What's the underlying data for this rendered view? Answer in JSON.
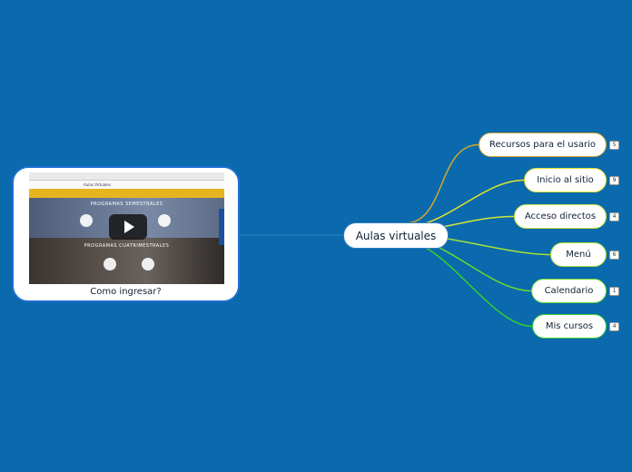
{
  "center": {
    "label": "Aulas virtuales"
  },
  "topics": [
    {
      "label": "Recursos para el usario",
      "count": "5",
      "color": "#d2a52e"
    },
    {
      "label": "Inicio al sitio",
      "count": "9",
      "color": "#e6e22a"
    },
    {
      "label": "Acceso directos",
      "count": "4",
      "color": "#cfe63a"
    },
    {
      "label": "Menú",
      "count": "6",
      "color": "#a9df36"
    },
    {
      "label": "Calendario",
      "count": "1",
      "color": "#6dd92f"
    },
    {
      "label": "Mis cursos",
      "count": "4",
      "color": "#36cf2e"
    }
  ],
  "video_card": {
    "caption": "Como ingresar?",
    "screenshot": {
      "site_header": "Aulas Virtuales",
      "panel_top_title": "PROGRAMAS SEMESTRALES",
      "panel_bottom_title": "PROGRAMAS CUATRIMESTRALES"
    },
    "link_color": "#2f7fc0"
  }
}
